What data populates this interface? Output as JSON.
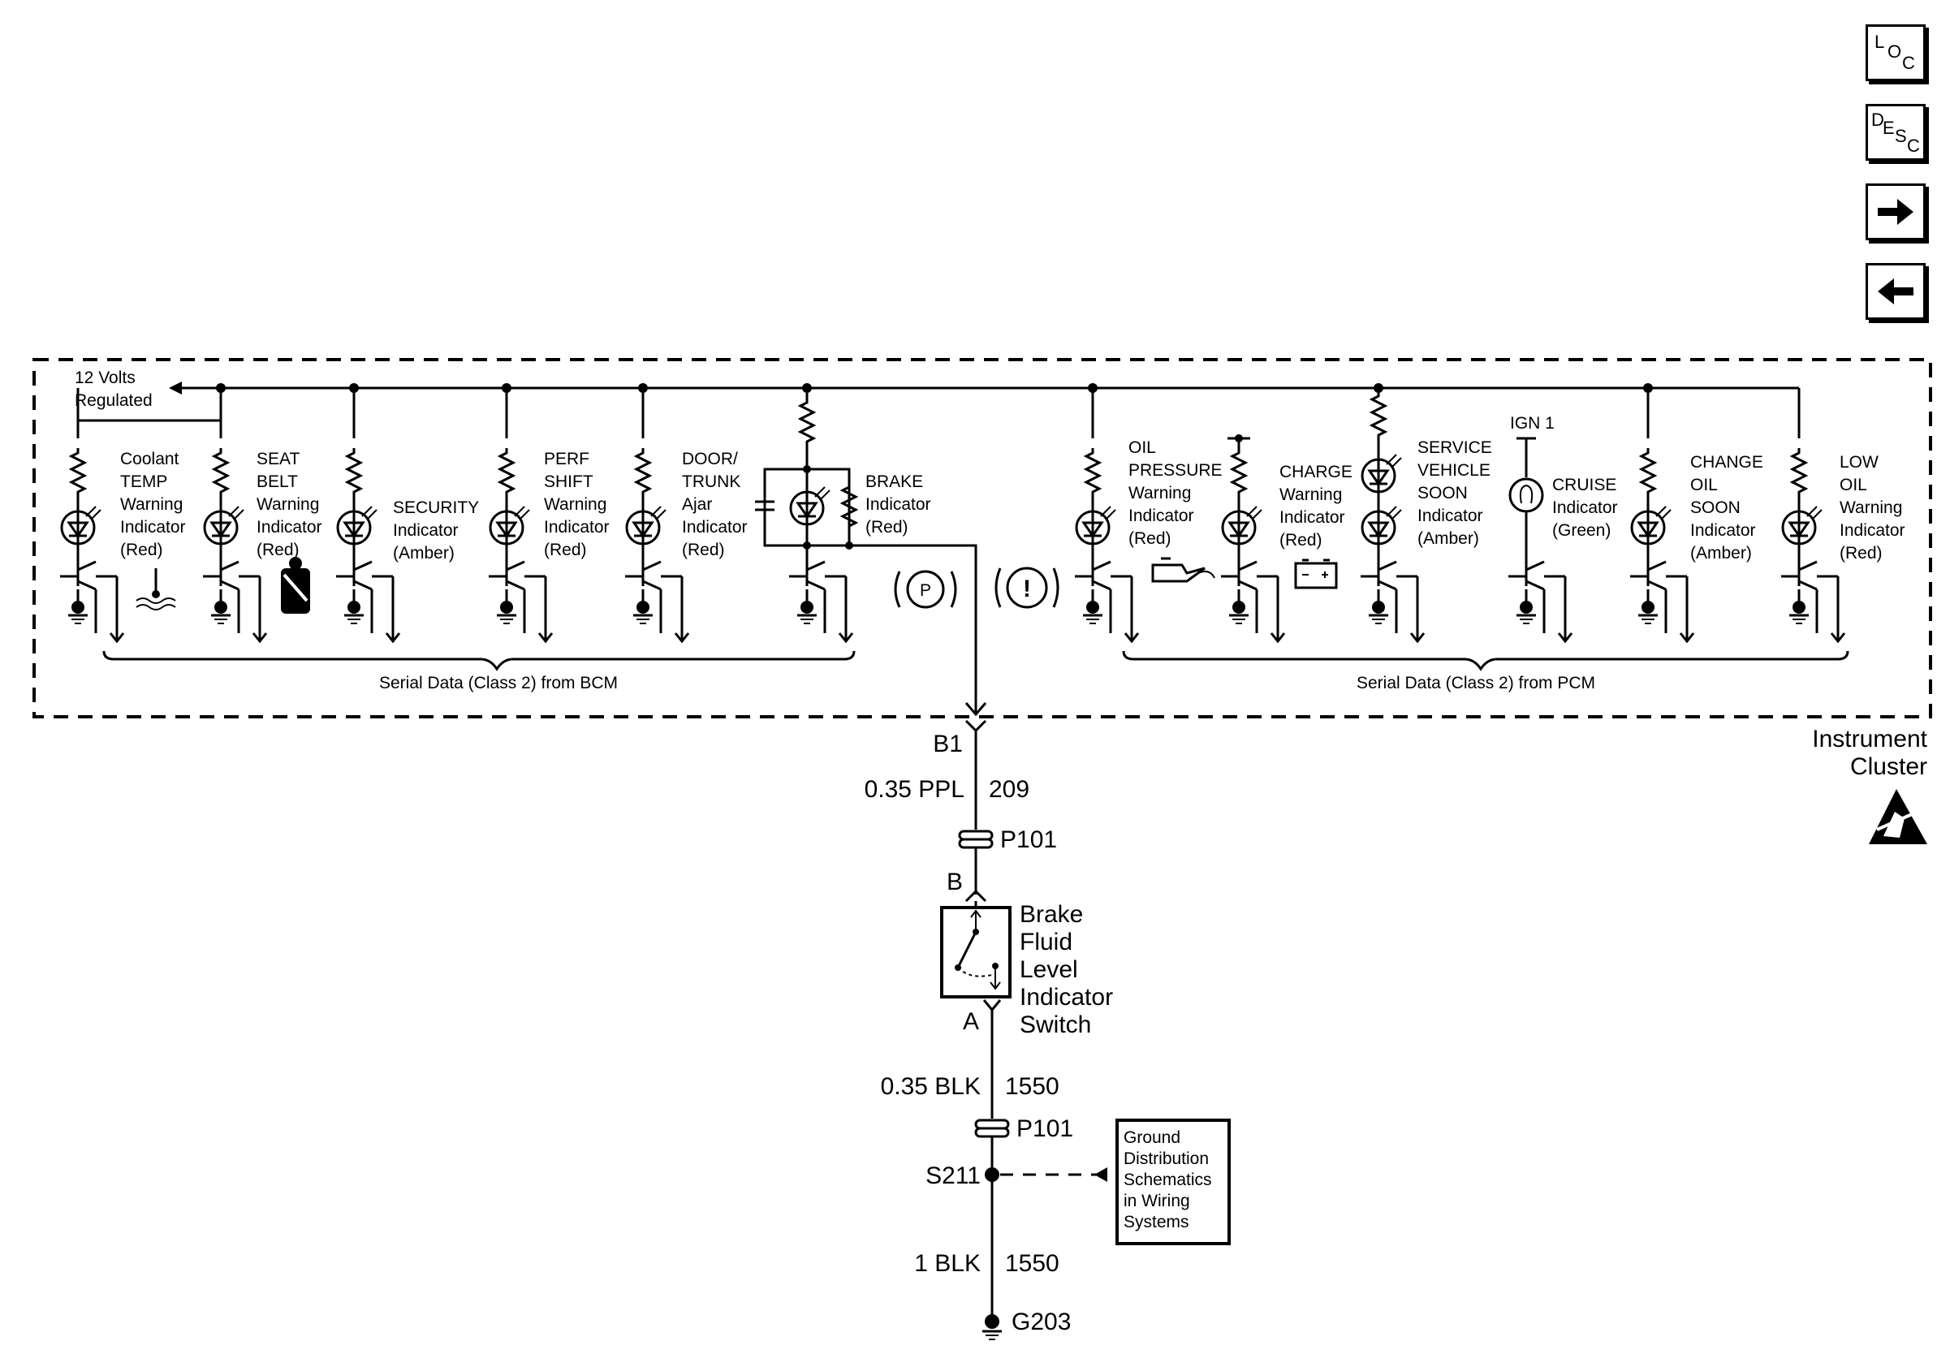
{
  "nav": {
    "loc": {
      "a": "L",
      "b": "O",
      "c": "C"
    },
    "desc": {
      "a": "D",
      "b": "E",
      "c": "S",
      "d": "C"
    }
  },
  "cluster": {
    "name": "Instrument Cluster",
    "supply": "12 Volts Regulated",
    "bcm_bus": "Serial Data (Class 2) from BCM",
    "pcm_bus": "Serial Data (Class 2) from PCM",
    "ign": "IGN 1"
  },
  "indicators": [
    {
      "lines": [
        "Coolant",
        "TEMP",
        "Warning",
        "Indicator",
        "(Red)"
      ]
    },
    {
      "lines": [
        "SEAT",
        "BELT",
        "Warning",
        "Indicator",
        "(Red)"
      ]
    },
    {
      "lines": [
        "SECURITY",
        "Indicator",
        "(Amber)"
      ]
    },
    {
      "lines": [
        "PERF",
        "SHIFT",
        "Warning",
        "Indicator",
        "(Red)"
      ]
    },
    {
      "lines": [
        "DOOR/",
        "TRUNK",
        "Ajar",
        "Indicator",
        "(Red)"
      ]
    },
    {
      "lines": [
        "BRAKE",
        "Indicator",
        "(Red)"
      ]
    },
    {
      "lines": [
        "OIL",
        "PRESSURE",
        "Warning",
        "Indicator",
        "(Red)"
      ]
    },
    {
      "lines": [
        "CHARGE",
        "Warning",
        "Indicator",
        "(Red)"
      ]
    },
    {
      "lines": [
        "SERVICE",
        "VEHICLE",
        "SOON",
        "Indicator",
        "(Amber)"
      ]
    },
    {
      "lines": [
        "CRUISE",
        "Indicator",
        "(Green)"
      ]
    },
    {
      "lines": [
        "CHANGE",
        "OIL",
        "SOON",
        "Indicator",
        "(Amber)"
      ]
    },
    {
      "lines": [
        "LOW",
        "OIL",
        "Warning",
        "Indicator",
        "(Red)"
      ]
    }
  ],
  "symbols": {
    "park": "P",
    "warn": "!"
  },
  "wiring": {
    "b1": "B1",
    "wire1_gauge": "0.35 PPL",
    "wire1_circuit": "209",
    "p101_top": "P101",
    "term_b": "B",
    "switch_lines": [
      "Brake",
      "Fluid",
      "Level",
      "Indicator",
      "Switch"
    ],
    "term_a": "A",
    "wire2_gauge": "0.35 BLK",
    "wire2_circuit": "1550",
    "p101_bottom": "P101",
    "splice": "S211",
    "ground_ref_lines": [
      "Ground",
      "Distribution",
      "Schematics",
      "in Wiring",
      "Systems"
    ],
    "wire3_gauge": "1 BLK",
    "wire3_circuit": "1550",
    "ground": "G203"
  }
}
